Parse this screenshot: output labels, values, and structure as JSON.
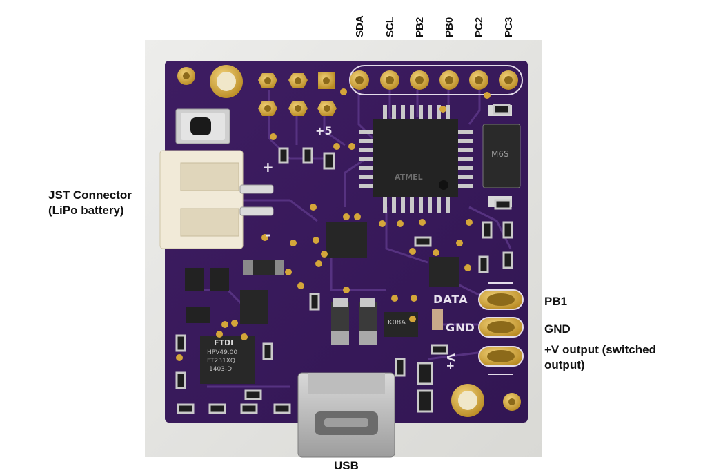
{
  "pin_labels": [
    "SDA",
    "SCL",
    "PB2",
    "PB0",
    "PC2",
    "PC3"
  ],
  "left_label": "JST Connector\n(LiPo battery)",
  "right_labels": {
    "pb1": "PB1",
    "gnd": "GND",
    "vout": "+V output (switched\noutput)"
  },
  "bottom_label": "USB",
  "silkscreen": {
    "plus5": "+5",
    "plus": "+",
    "minus": "-",
    "data": "DATA",
    "gnd": "GND",
    "vplus": "V+",
    "ftdi": "FTDI",
    "ftdi_line1": "HPV49.00",
    "ftdi_line2": "FT231XQ",
    "ftdi_line3": "1403-D",
    "mcu_brand": "ATMEL",
    "regulator": "K08A",
    "diode": "M6S"
  },
  "colors": {
    "pcb": "#3a1a5c",
    "pad": "#d4a63a",
    "background": "#e6e6e3"
  }
}
